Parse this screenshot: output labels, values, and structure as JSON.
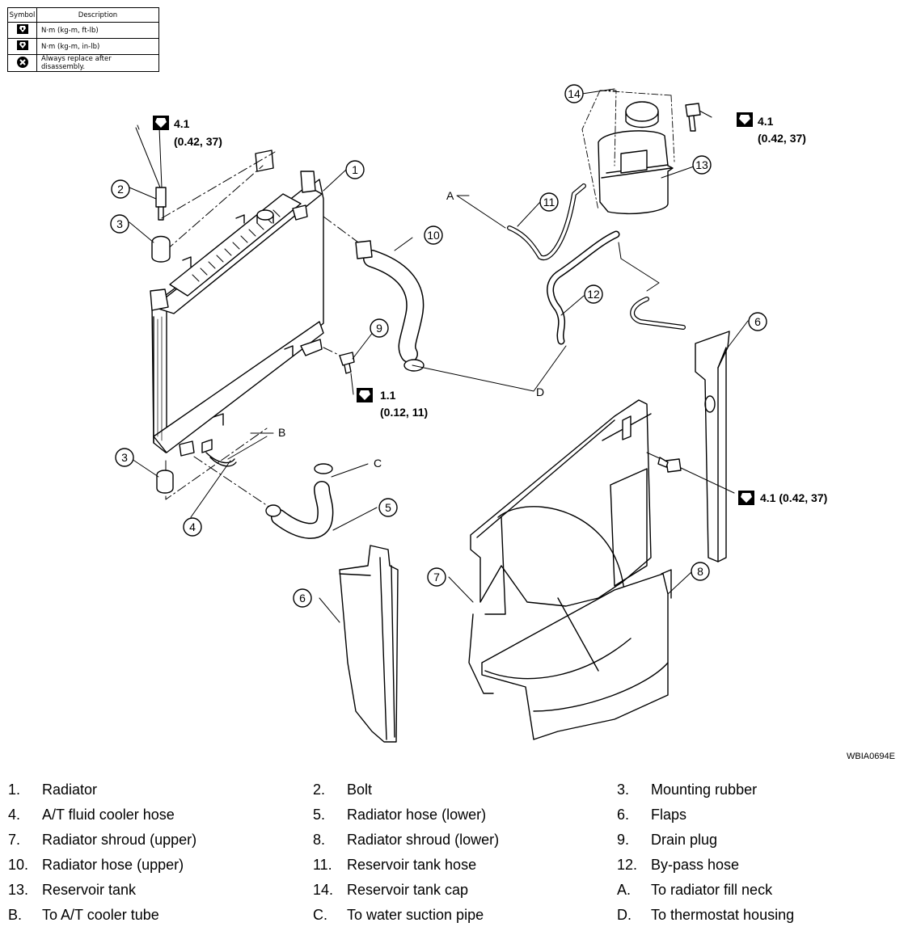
{
  "legend": {
    "header_symbol": "Symbol",
    "header_description": "Description",
    "rows": [
      {
        "icon": "torque-wrench-icon",
        "description": "N·m (kg-m, ft-lb)"
      },
      {
        "icon": "torque-wrench-small-icon",
        "description": "N·m (kg-m, in-lb)"
      },
      {
        "icon": "replace-part-icon",
        "description": "Always replace after disassembly."
      }
    ]
  },
  "callouts": [
    "1",
    "2",
    "3",
    "3",
    "4",
    "5",
    "6",
    "6",
    "7",
    "8",
    "9",
    "10",
    "11",
    "12",
    "13",
    "14"
  ],
  "letters": [
    "A",
    "B",
    "C",
    "D"
  ],
  "torques": {
    "bolt_top_value": "4.1",
    "bolt_top_units": "(0.42, 37)",
    "drain_value": "1.1",
    "drain_units": "(0.12, 11)",
    "tank_value": "4.1",
    "tank_units": "(0.42, 37)",
    "shroud_label": "4.1 (0.42, 37)"
  },
  "figure_code": "WBIA0694E",
  "parts": [
    {
      "num": "1.",
      "name": "Radiator"
    },
    {
      "num": "2.",
      "name": "Bolt"
    },
    {
      "num": "3.",
      "name": "Mounting rubber"
    },
    {
      "num": "4.",
      "name": "A/T fluid cooler hose"
    },
    {
      "num": "5.",
      "name": "Radiator hose (lower)"
    },
    {
      "num": "6.",
      "name": "Flaps"
    },
    {
      "num": "7.",
      "name": "Radiator shroud (upper)"
    },
    {
      "num": "8.",
      "name": "Radiator shroud (lower)"
    },
    {
      "num": "9.",
      "name": "Drain plug"
    },
    {
      "num": "10.",
      "name": "Radiator hose (upper)"
    },
    {
      "num": "11.",
      "name": "Reservoir tank hose"
    },
    {
      "num": "12.",
      "name": "By-pass hose"
    },
    {
      "num": "13.",
      "name": "Reservoir tank"
    },
    {
      "num": "14.",
      "name": "Reservoir tank cap"
    },
    {
      "num": "A.",
      "name": "To radiator fill neck"
    },
    {
      "num": "B.",
      "name": "To A/T cooler tube"
    },
    {
      "num": "C.",
      "name": "To water suction pipe"
    },
    {
      "num": "D.",
      "name": "To thermostat housing"
    }
  ]
}
